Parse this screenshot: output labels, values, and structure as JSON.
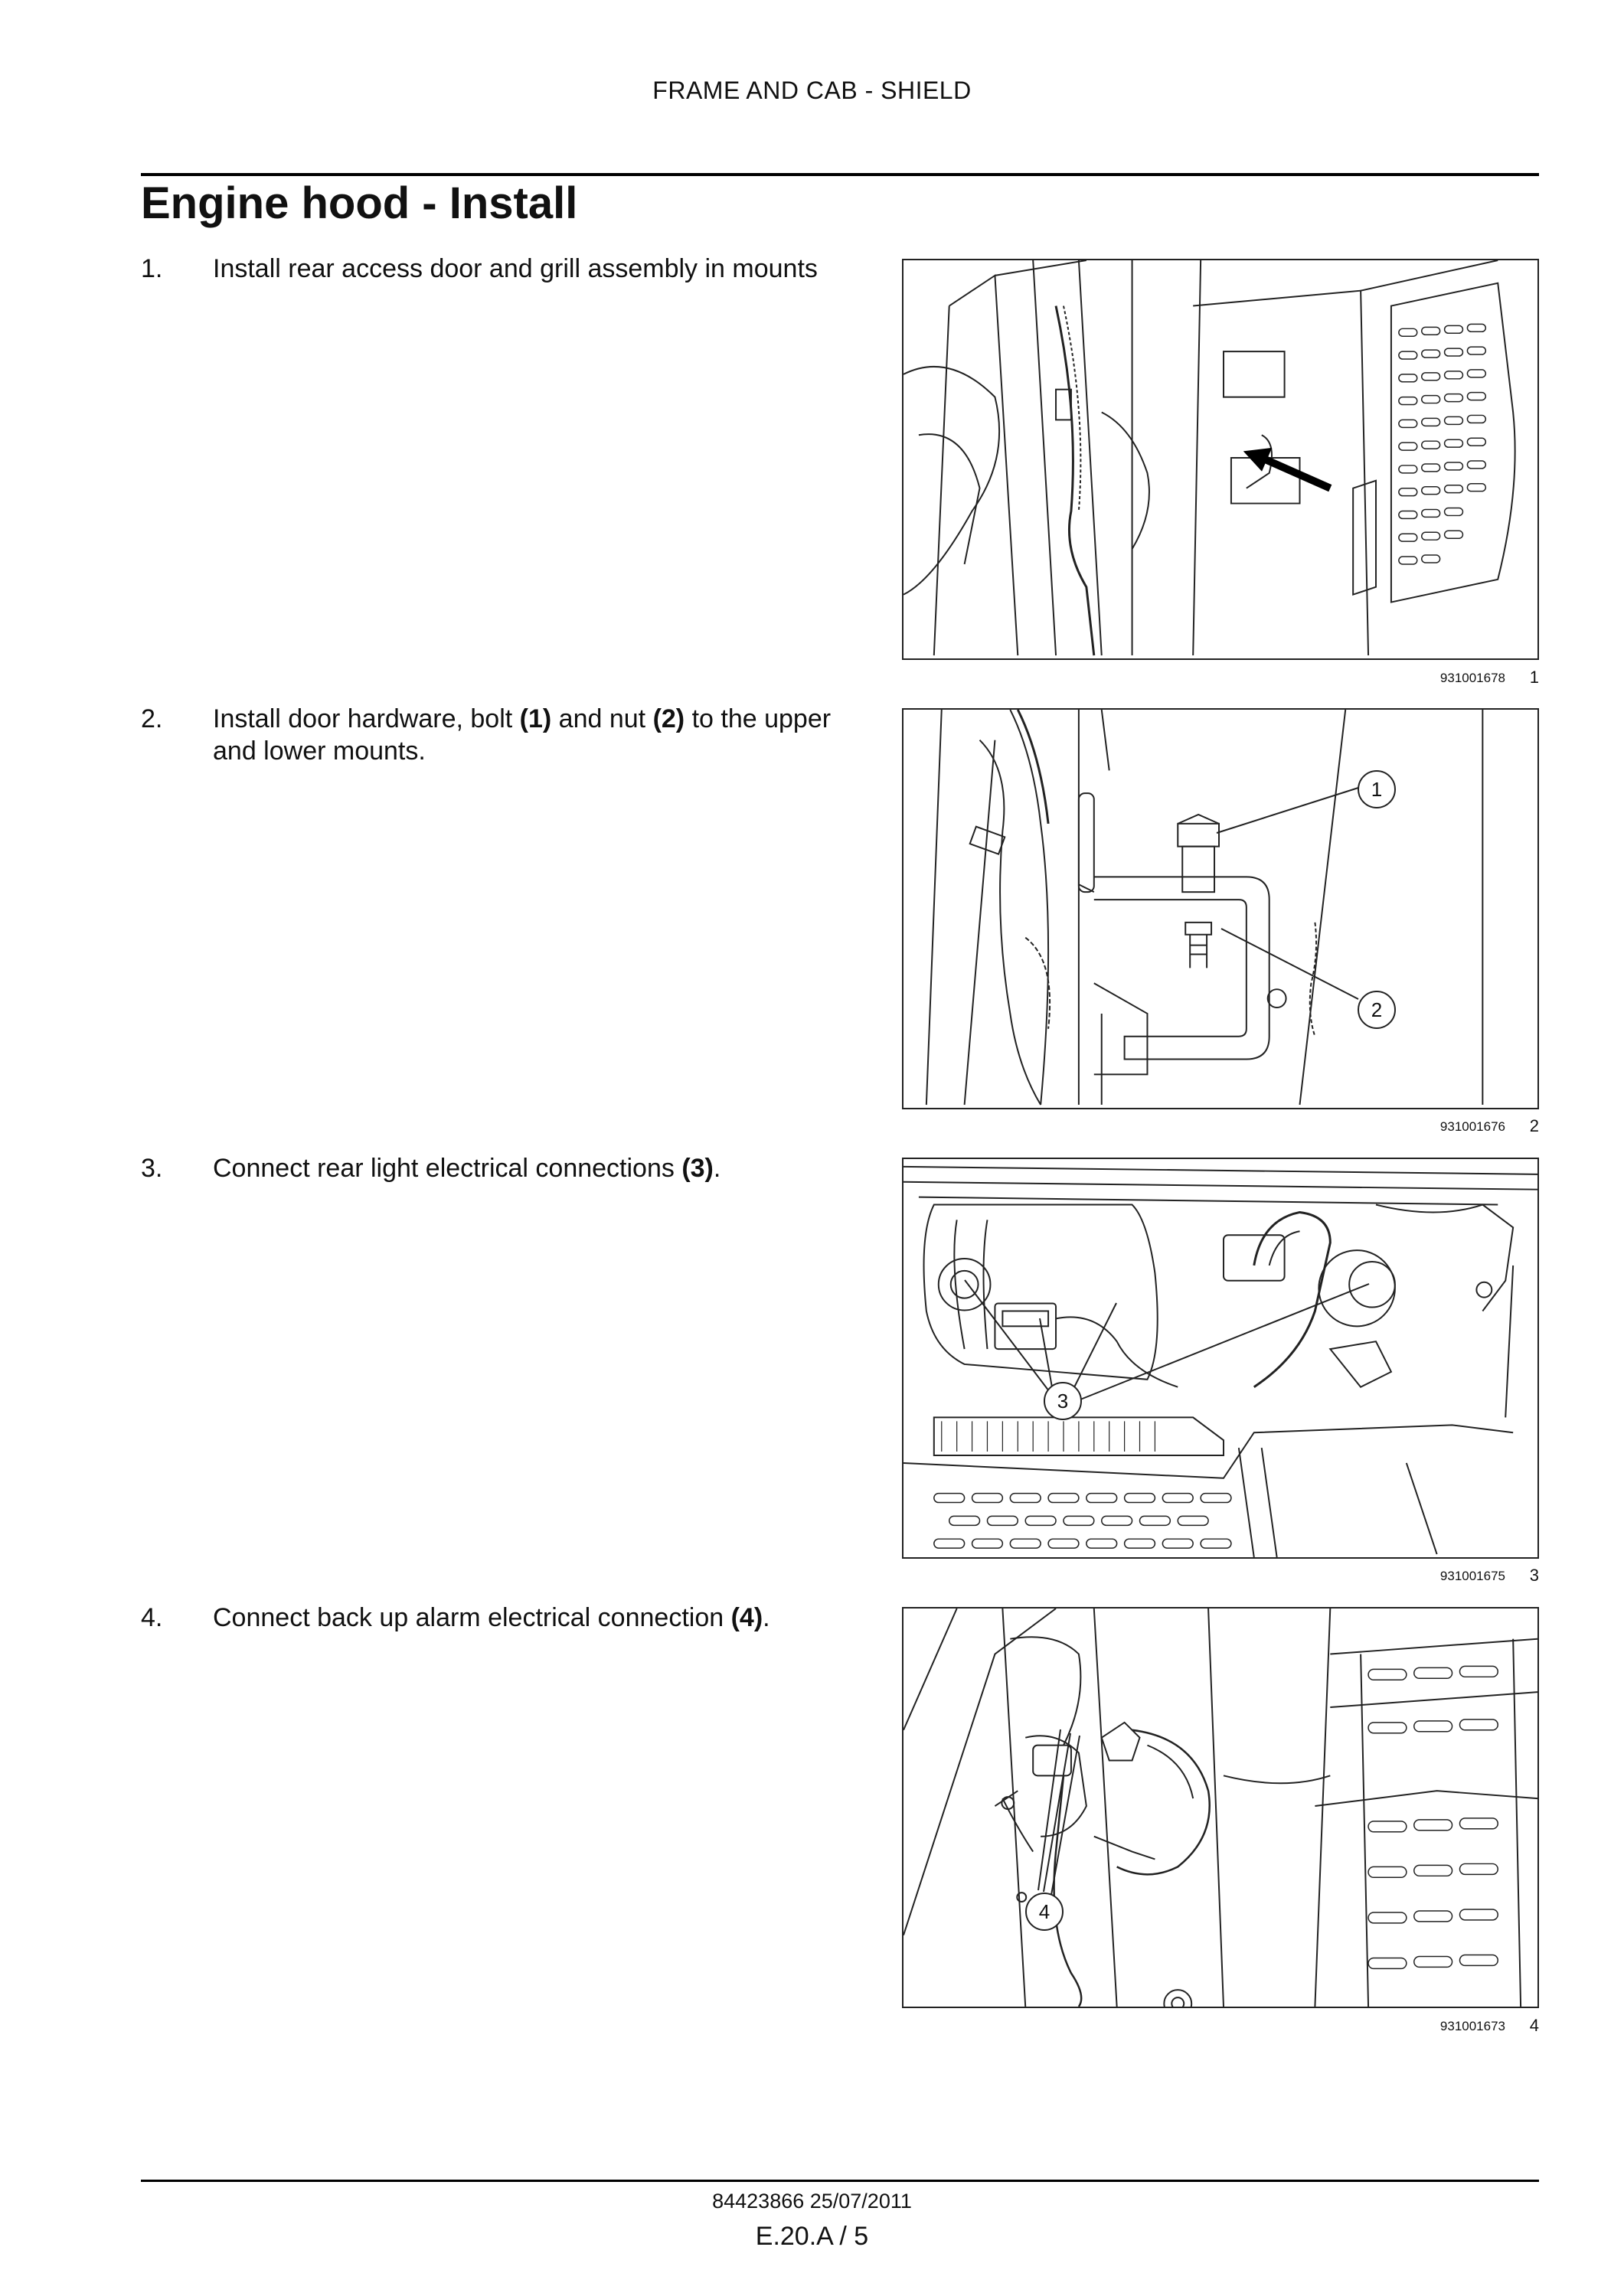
{
  "header": "FRAME AND CAB - SHIELD",
  "title": "Engine hood - Install",
  "steps": [
    {
      "num": "1.",
      "text": "Install rear access door and grill assembly in mounts"
    },
    {
      "num": "2.",
      "text_parts": [
        "Install door hardware, bolt ",
        "(1)",
        " and nut ",
        "(2)",
        " to the upper and lower mounts."
      ]
    },
    {
      "num": "3.",
      "text_parts": [
        "Connect rear light electrical connections ",
        "(3)",
        "."
      ]
    },
    {
      "num": "4.",
      "text_parts": [
        "Connect back up alarm electrical connection ",
        "(4)",
        "."
      ]
    }
  ],
  "figures": [
    {
      "code": "931001678",
      "number": "1",
      "callouts": []
    },
    {
      "code": "931001676",
      "number": "2",
      "callouts": [
        "1",
        "2"
      ]
    },
    {
      "code": "931001675",
      "number": "3",
      "callouts": [
        "3"
      ]
    },
    {
      "code": "931001673",
      "number": "4",
      "callouts": [
        "4"
      ]
    }
  ],
  "footer": {
    "doc_ref": "84423866 25/07/2011",
    "page": "E.20.A / 5"
  }
}
